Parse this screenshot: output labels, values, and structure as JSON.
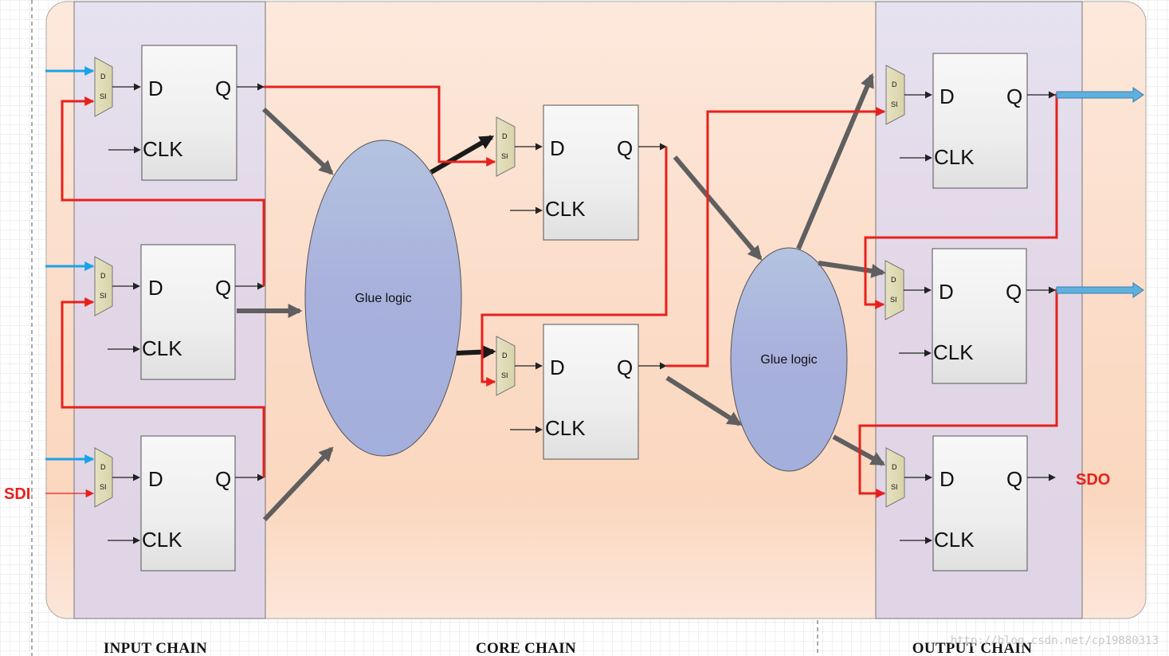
{
  "glue_logic_label": "Glue logic",
  "flip_flop": {
    "d": "D",
    "q": "Q",
    "clk": "CLK"
  },
  "mux": {
    "d": "D",
    "si": "SI"
  },
  "signals": {
    "sdi": "SDI",
    "sdo": "SDO"
  },
  "sections": {
    "input": "INPUT CHAIN",
    "core": "CORE CHAIN",
    "output": "OUTPUT CHAIN"
  },
  "watermark": "http://blog.csdn.net/cp19880313",
  "colors": {
    "scan_path": "#e8201c",
    "input_arrow": "#1aa3e8",
    "output_arrow": "#4fa8d8",
    "glue_fill": "#a7b2dc",
    "chain_panel": "#e4dbe8",
    "background": "#fbe3d3"
  }
}
